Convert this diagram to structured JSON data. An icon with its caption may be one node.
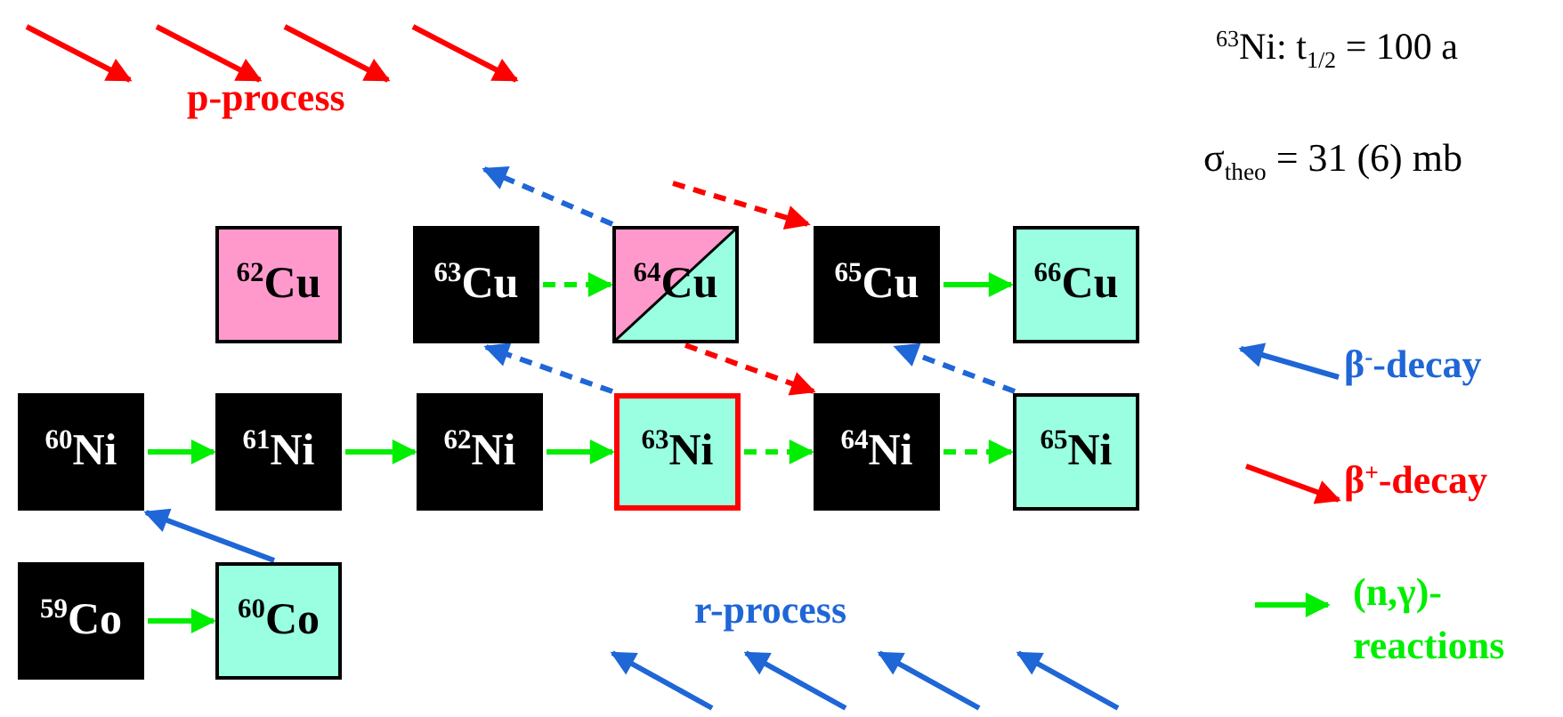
{
  "diagram": {
    "nodes": [
      {
        "text": [
          "$^{62}$Cu"
        ]
      },
      {
        "text": [
          "$^{63}$Cu"
        ]
      },
      {
        "text": [
          "$^{64}$Cu"
        ]
      },
      {
        "text": [
          "$^{65}$Cu"
        ]
      },
      {
        "text": [
          "$^{66}$Cu"
        ]
      },
      {
        "text": [
          "$^{60}$Ni"
        ]
      },
      {
        "text": [
          "$^{61}$Ni"
        ]
      },
      {
        "text": [
          "$^{62}$Ni"
        ]
      },
      {
        "text": [
          "$^{63}$Ni"
        ]
      },
      {
        "text": [
          "$^{64}$Ni"
        ]
      },
      {
        "text": [
          "$^{65}$Ni"
        ]
      },
      {
        "text": [
          "$^{59}$Co"
        ]
      },
      {
        "text": [
          "$^{60}$Co"
        ]
      }
    ],
    "edges": [
      {
        "from": 1,
        "to": 2,
        "arrow": "to",
        "style": "dashed"
      },
      {
        "from": 3,
        "to": 4,
        "arrow": "to"
      },
      {
        "from": 5,
        "to": 6,
        "arrow": "to"
      },
      {
        "from": 6,
        "to": 7,
        "arrow": "to"
      },
      {
        "from": 7,
        "to": 8,
        "arrow": "to"
      },
      {
        "from": 8,
        "to": 9,
        "arrow": "to",
        "style": "dashed"
      },
      {
        "from": 9,
        "to": 10,
        "arrow": "to",
        "style": "dashed"
      },
      {
        "from": 11,
        "to": 12,
        "arrow": "to"
      },
      {
        "from": 12,
        "to": 5,
        "arrow": "to",
        "color": "#1f66d6"
      },
      {
        "from": 8,
        "to": 1,
        "arrow": "to",
        "style": "dashed",
        "color": "#1f66d6"
      },
      {
        "from": 10,
        "to": 3,
        "arrow": "to",
        "style": "dashed",
        "color": "#1f66d6"
      },
      {
        "from": 2,
        "to": null,
        "arrow": "to",
        "style": "dashed",
        "color": "#1f66d6"
      },
      {
        "from": null,
        "to": 3,
        "arrow": "to",
        "style": "dashed",
        "color": "#ff0000"
      },
      {
        "from": 2,
        "to": 9,
        "arrow": "to",
        "style": "dashed",
        "color": "#ff0000"
      }
    ],
    "labels": [
      "p-process",
      "$^{63}$Ni: t$_{1/2}$ = 100 a",
      "σ$_{theo}$ = 31 (6) mb",
      "r-process"
    ],
    "legend": [
      {
        "text": "β$^{-}$-decay"
      },
      {
        "text": "β$^{+}$-decay"
      },
      {
        "text": "(n,γ)- reactions"
      }
    ]
  }
}
